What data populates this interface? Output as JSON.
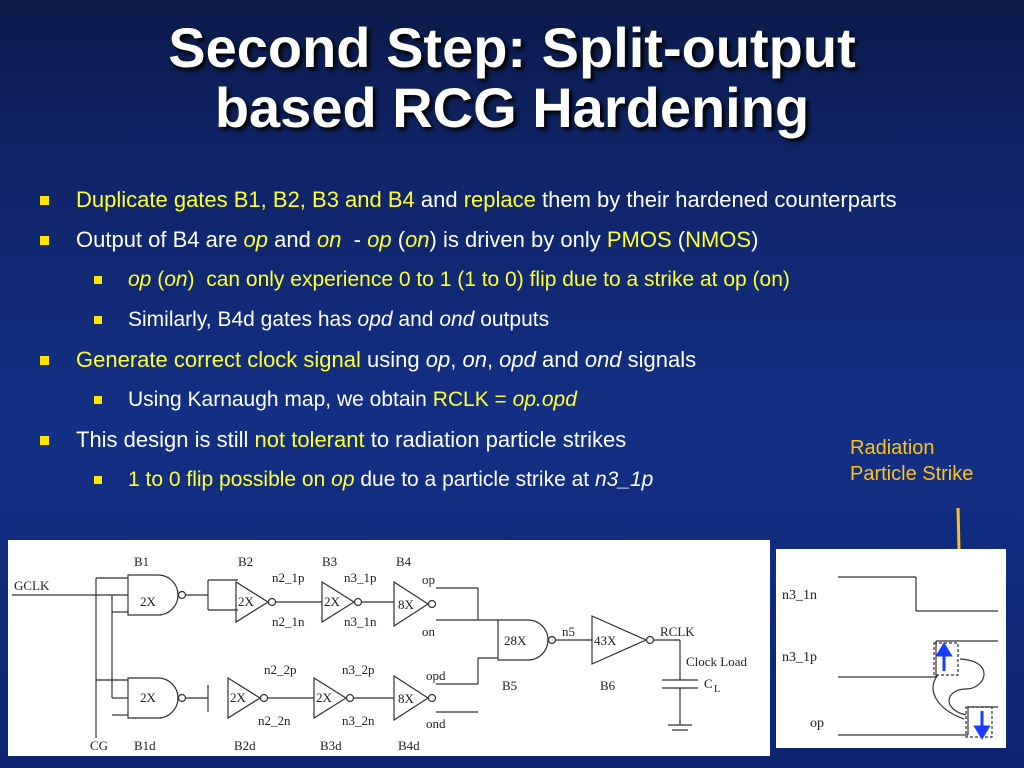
{
  "title": {
    "line1": "Second Step: Split-output",
    "line2": "based RCG Hardening"
  },
  "bullets": {
    "b1": {
      "part1": "Duplicate gates B1, B2, B3 and B4",
      "part2": " and ",
      "part3": "replace",
      "part4": " them by their hardened counterparts"
    },
    "b2": {
      "part1": "Output of B4 are ",
      "op": "op",
      "and": " and ",
      "on": "on",
      "dash": "  - ",
      "op2": "op",
      "paren_open": " (",
      "on2": "on",
      "mid": ") is driven by only ",
      "pmos": "PMOS",
      "paren2": " (",
      "nmos": "NMOS",
      "close": ")"
    },
    "b2_sub1": {
      "op": "op",
      "open": " (",
      "on": "on",
      "rest": ")  can only experience 0 to 1 (1 to 0) flip due to a strike at op (on)"
    },
    "b2_sub2": {
      "pre": "Similarly, B4d gates has ",
      "opd": "opd",
      "and": " and ",
      "ond": "ond",
      "post": " outputs"
    },
    "b3": {
      "part1": "Generate correct clock signal",
      "part2": " using ",
      "op": "op",
      "comma1": ", ",
      "on": "on",
      "comma2": ", ",
      "opd": "opd",
      "and": " and ",
      "ond": "ond",
      "post": " signals"
    },
    "b3_sub1": {
      "pre": "Using Karnaugh map, we obtain ",
      "rclk": "RCLK = ",
      "expr": "op.opd"
    },
    "b4": {
      "pre": "This design is still ",
      "hl": "not tolerant",
      "post": " to radiation particle strikes"
    },
    "b4_sub1": {
      "hl": "1 to 0 flip possible on ",
      "op": "op",
      "mid": " due to a particle strike at ",
      "node": "n3_1p"
    }
  },
  "radiation_label": {
    "line1": "Radiation",
    "line2": "Particle Strike"
  },
  "circuit": {
    "gclk": "GCLK",
    "cg": "CG",
    "b1": "B1",
    "b2": "B2",
    "b3": "B3",
    "b4": "B4",
    "b1d": "B1d",
    "b2d": "B2d",
    "b3d": "B3d",
    "b4d": "B4d",
    "b5": "B5",
    "b6": "B6",
    "g_2x": "2X",
    "g_8x": "8X",
    "g_28x": "28X",
    "g_43x": "43X",
    "n2_1p": "n2_1p",
    "n3_1p": "n3_1p",
    "n2_1n": "n2_1n",
    "n3_1n": "n3_1n",
    "n2_2p": "n2_2p",
    "n3_2p": "n3_2p",
    "n2_2n": "n2_2n",
    "n3_2n": "n3_2n",
    "op": "op",
    "on": "on",
    "opd": "opd",
    "ond": "ond",
    "n5": "n5",
    "rclk": "RCLK",
    "clock_load": "Clock Load",
    "cl": "C",
    "cl_sub": "L"
  },
  "waveform": {
    "n3_1n": "n3_1n",
    "n3_1p": "n3_1p",
    "op": "op"
  },
  "colors": {
    "highlight": "#ffff33",
    "bullet": "#ffe400",
    "radiation": "#ffc21a",
    "arrow_blue": "#1a3cff"
  }
}
